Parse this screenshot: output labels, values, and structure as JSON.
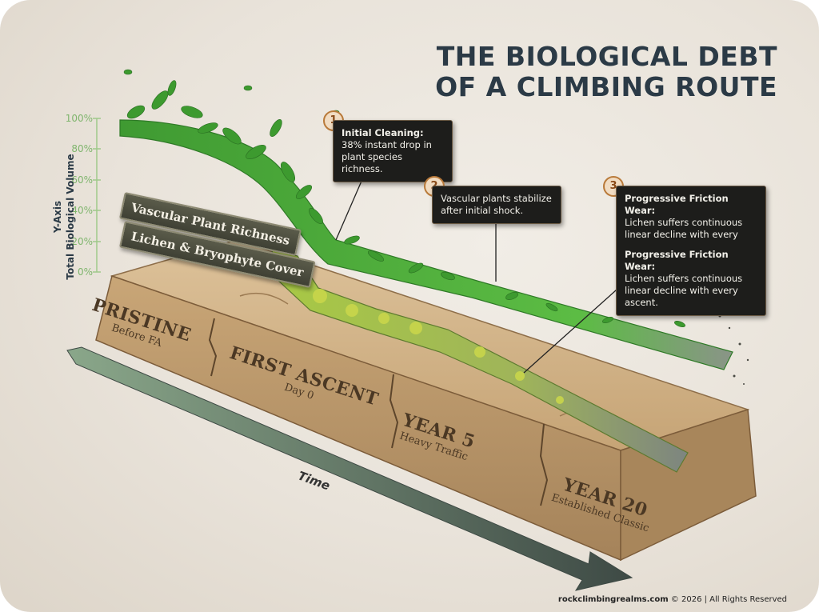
{
  "title": {
    "line1": "THE BIOLOGICAL DEBT",
    "line2": "OF A CLIMBING ROUTE"
  },
  "y_axis": {
    "label_line1": "Y-Axis",
    "label_line2": "Total Biological Volume",
    "ticks": [
      "100%",
      "80%",
      "60%",
      "40%",
      "20%",
      "0%"
    ]
  },
  "legend": {
    "vascular": "Vascular Plant Richness",
    "lichen": "Lichen & Bryophyte Cover"
  },
  "stages": [
    {
      "name": "PRISTINE",
      "sub": "Before FA"
    },
    {
      "name": "FIRST ASCENT",
      "sub": "Day 0"
    },
    {
      "name": "YEAR 5",
      "sub": "Heavy Traffic"
    },
    {
      "name": "YEAR 20",
      "sub": "Established Classic"
    }
  ],
  "callouts": [
    {
      "number": "1",
      "bold": "Initial Cleaning:",
      "text": " 38% instant drop in plant species richness."
    },
    {
      "number": "2",
      "bold": "",
      "text": "Vascular plants stabilize after initial shock."
    },
    {
      "number": "3",
      "bold": "Progressive Friction Wear:",
      "text": "Lichen suffers continuous linear decline with every",
      "bold2": "Progressive Friction Wear:",
      "text2": "Lichen suffers continuous linear decline with every ascent."
    }
  ],
  "time_label": "Time",
  "footer": {
    "site": "rockclimbingrealms.com",
    "rights": " © 2026 | All Rights Reserved"
  },
  "colors": {
    "title": "#2b3a46",
    "vascular": "#4cae3c",
    "lichen": "#9bc441",
    "rock": "#c9a77b",
    "arrow": "#5f7a62",
    "callout_bg": "#1d1d1b"
  }
}
